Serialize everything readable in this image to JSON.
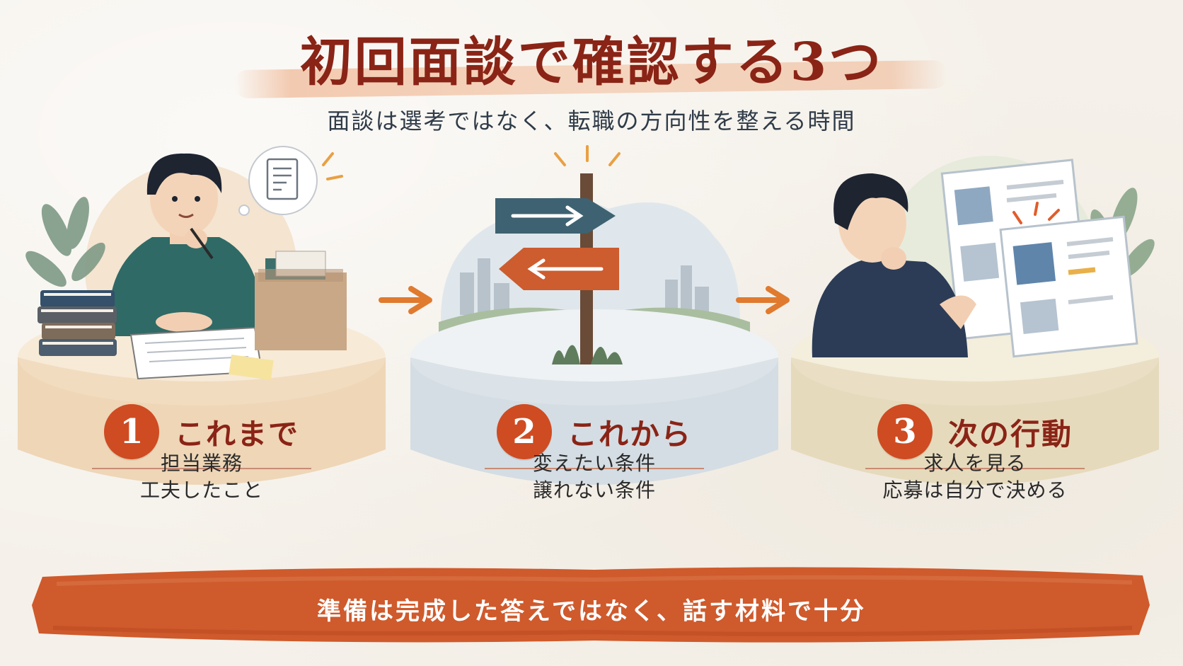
{
  "title": "初回面談で確認する3つ",
  "subtitle": "面談は選考ではなく、転職の方向性を整える時間",
  "steps": [
    {
      "number": "1",
      "label": "これまで",
      "details": [
        "担当業務",
        "工夫したこと"
      ]
    },
    {
      "number": "2",
      "label": "これから",
      "details": [
        "変えたい条件",
        "譲れない条件"
      ]
    },
    {
      "number": "3",
      "label": "次の行動",
      "details": [
        "求人を見る",
        "応募は自分で決める"
      ]
    }
  ],
  "footer": "準備は完成した答えではなく、話す材料で十分",
  "colors": {
    "title": "#8a2416",
    "accent": "#cf4b22",
    "band": "#cf5a2c",
    "panel_1": "#f1ddc4",
    "panel_2": "#dfe5ea",
    "panel_3": "#ece4cf"
  },
  "icons": [
    "document-thought-icon",
    "signpost-icon",
    "job-listing-icon",
    "arrow-right-icon"
  ]
}
